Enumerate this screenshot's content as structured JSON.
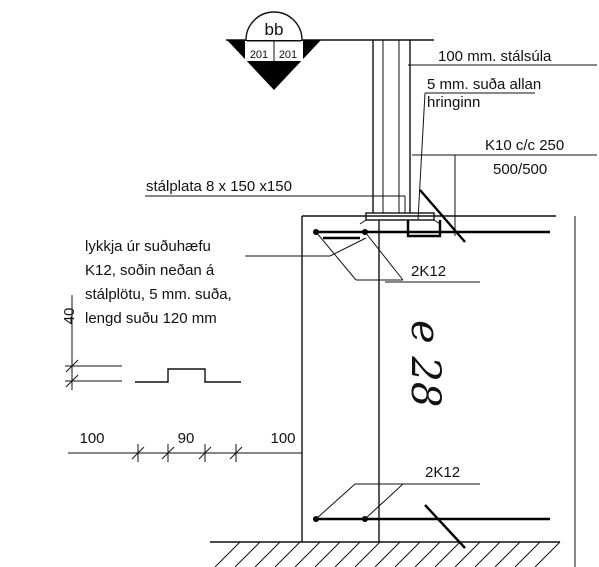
{
  "section_marker": {
    "label": "bb",
    "ref_left": "201",
    "ref_right": "201"
  },
  "labels": {
    "column": "100 mm. stálsúla",
    "weld_line1": "5 mm. suða allan",
    "weld_line2": "hringinn",
    "rebar_top": "K10 c/c 250",
    "rebar_size": "500/500",
    "plate": "stálplata 8 x 150 x150",
    "loop_line1": "lykkja úr suðuhæfu",
    "loop_line2": "K12, soðin neðan á",
    "loop_line3": "stálplötu, 5 mm. suða,",
    "loop_line4": "lengd suðu 120 mm",
    "bars_top": "2K12",
    "bars_bottom": "2K12",
    "handwritten": "e 28"
  },
  "dimensions": {
    "height_40": "40",
    "dim_100_left": "100",
    "dim_90": "90",
    "dim_100_right": "100"
  }
}
